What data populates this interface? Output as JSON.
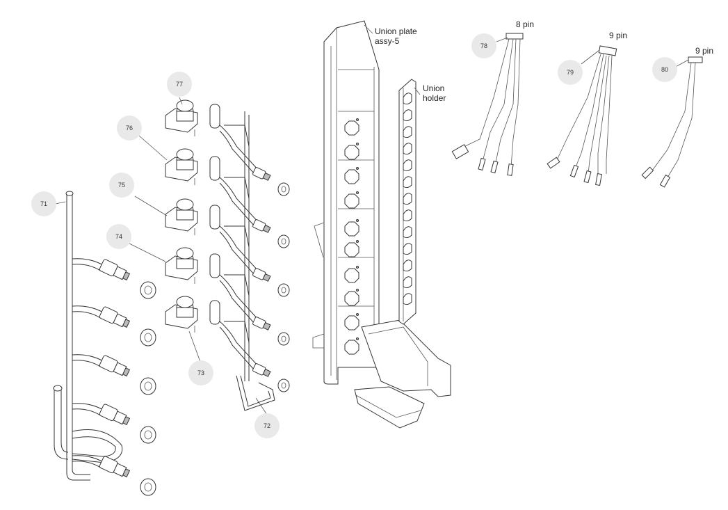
{
  "callouts": {
    "c71": "71",
    "c72": "72",
    "c73": "73",
    "c74": "74",
    "c75": "75",
    "c76": "76",
    "c77": "77",
    "c78": "78",
    "c79": "79",
    "c80": "80"
  },
  "labels": {
    "union_plate_line1": "Union plate",
    "union_plate_line2": "assy-5",
    "union_holder_line1": "Union",
    "union_holder_line2": "holder",
    "pin_78": "8 pin",
    "pin_79": "9 pin",
    "pin_80": "9 pin"
  },
  "icons": [
    "manifold-pipe-icon",
    "solenoid-coil-icon",
    "expansion-valve-assembly-icon",
    "union-plate-icon",
    "union-holder-icon",
    "sensor-harness-icon",
    "flare-nut-icon"
  ]
}
